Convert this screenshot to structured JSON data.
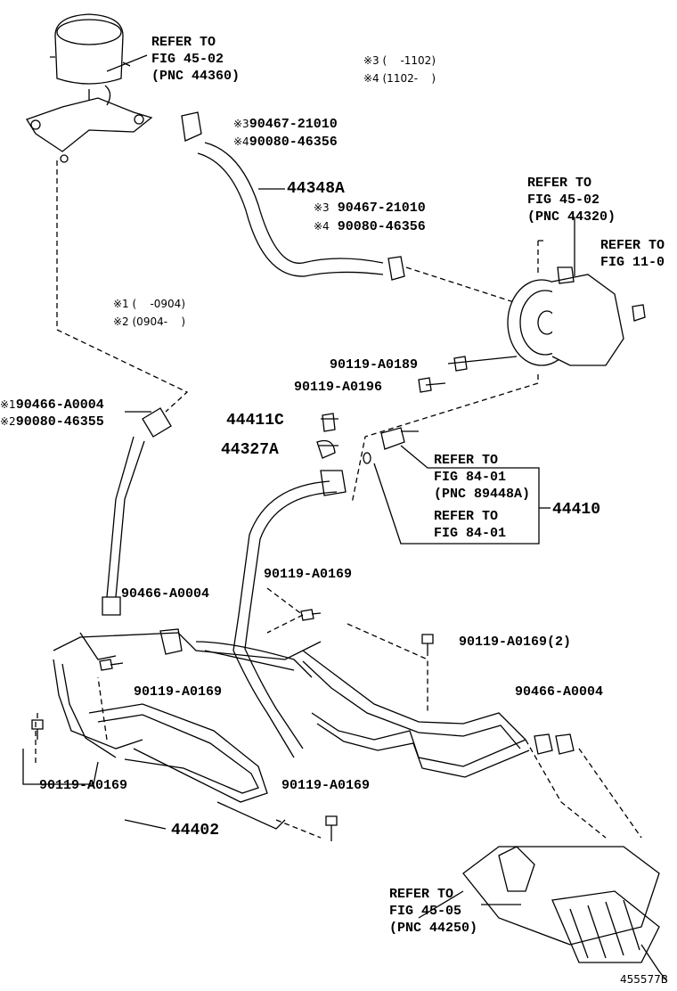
{
  "figure_id": "455577B",
  "refers": [
    {
      "lines": [
        "REFER TO",
        "FIG 45-02",
        "(PNC 44360)"
      ]
    },
    {
      "lines": [
        "REFER TO",
        "FIG 45-02",
        "(PNC 44320)"
      ]
    },
    {
      "lines": [
        "REFER TO",
        "FIG 11-0"
      ]
    },
    {
      "lines": [
        "REFER TO",
        "FIG 84-01",
        "(PNC 89448A)"
      ]
    },
    {
      "lines": [
        "REFER TO",
        "FIG 84-01"
      ]
    },
    {
      "lines": [
        "REFER TO",
        "FIG 45-05",
        "(PNC 44250)"
      ]
    }
  ],
  "notes": {
    "n3": "※3 (    -1102)",
    "n4": "※4 (1102-    )",
    "n1": "※1 (    -0904)",
    "n2": "※2 (0904-    )"
  },
  "parts": {
    "p1_mark": "※3",
    "p1": "90467-21010",
    "p2_mark": "※4",
    "p2": "90080-46356",
    "hose": "44348A",
    "p3_mark": "※3",
    "p3": "90467-21010",
    "p4_mark": "※4",
    "p4": "90080-46356",
    "bolt_a0189": "90119-A0189",
    "bolt_a0196": "90119-A0196",
    "p5_mark": "※1",
    "p5": "90466-A0004",
    "p6_mark": "※2",
    "p6": "90080-46355",
    "p44411c": "44411C",
    "p44327a": "44327A",
    "p44410": "44410",
    "bolt_a0169_top": "90119-A0169",
    "clamp_left": "90466-A0004",
    "bolt_a0169_2": "90119-A0169(2)",
    "bolt_a0169_mid": "90119-A0169",
    "clamp_right": "90466-A0004",
    "bolt_a0169_left": "90119-A0169",
    "bolt_a0169_bottom": "90119-A0169",
    "p44402": "44402"
  }
}
